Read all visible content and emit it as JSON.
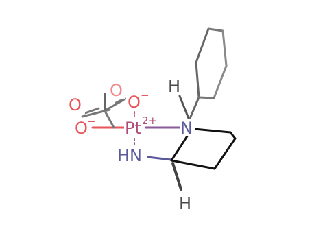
{
  "molecule": {
    "atoms": {
      "pt": "Pt",
      "pt_charge": "2+",
      "o_left": "O",
      "o_left_charge": "−",
      "o_upper": "O",
      "o_upper_charge": "−",
      "o_carbonyl_left": "O",
      "o_carbonyl_right": "O",
      "n_amine": "HN",
      "n_ring": "N",
      "h_on_n": "H",
      "h_stereo": "H"
    },
    "colors": {
      "oxygen": "#e8555a",
      "oxygen_light": "#f08a8a",
      "nitrogen": "#5a5a9a",
      "platinum": "#b04a78",
      "hydrogen": "#4a4a4a",
      "bond": "#555555",
      "ring_bond": "#111111",
      "ring_bond_light": "#8a8a8a"
    }
  }
}
